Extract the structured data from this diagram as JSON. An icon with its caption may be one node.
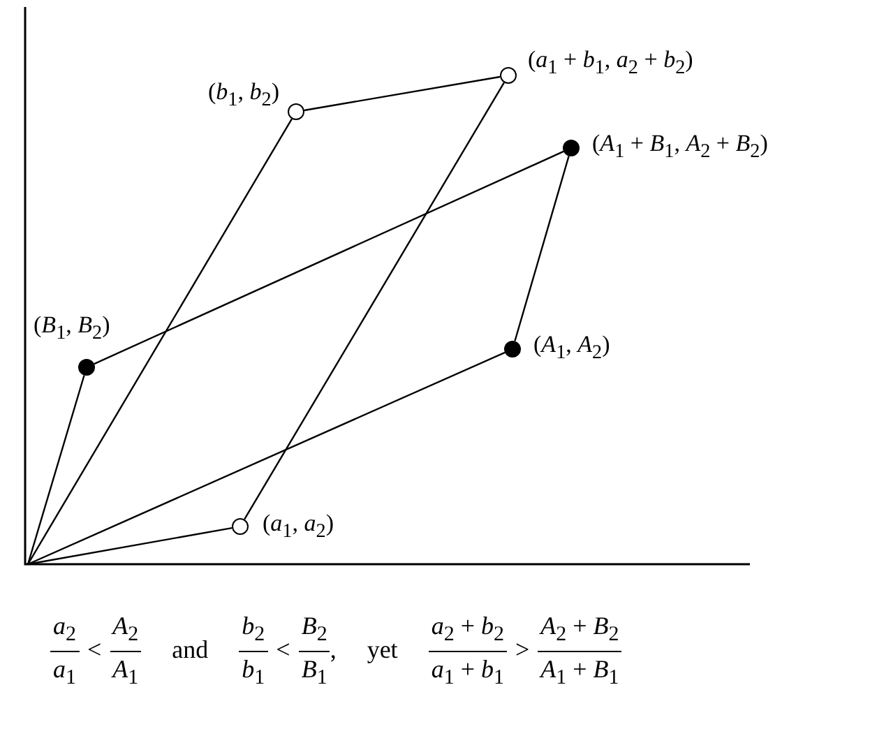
{
  "diagram": {
    "nodes": [
      {
        "text": [],
        "shape": "circle",
        "beside": [
          "(*a*$_{1}$, *a*$_{2}$)"
        ]
      },
      {
        "text": [],
        "shape": "circle",
        "beside": [
          "(*b*$_{1}$, *b*$_{2}$)"
        ]
      },
      {
        "text": [],
        "shape": "circle",
        "beside": [
          "(*a*$_{1}$ + *b*$_{1}$, *a*$_{2}$ + *b*$_{2}$)"
        ]
      },
      {
        "text": [],
        "shape": "dot",
        "beside": [
          "(*A*$_{1}$ + *B*$_{1}$, *A*$_{2}$ + *B*$_{2}$)"
        ]
      },
      {
        "text": [],
        "shape": "dot",
        "beside": [
          "(*A*$_{1}$, *A*$_{2}$)"
        ]
      },
      {
        "text": [],
        "shape": "dot",
        "beside": [
          "(*B*$_{1}$, *B*$_{2}$)"
        ]
      }
    ],
    "edges": [
      {
        "from": null,
        "to": 0,
        "arrow": "none"
      },
      {
        "from": null,
        "to": 1,
        "arrow": "none"
      },
      {
        "from": null,
        "to": 4,
        "arrow": "none"
      },
      {
        "from": null,
        "to": 5,
        "arrow": "none"
      },
      {
        "from": 0,
        "to": 2,
        "arrow": "none"
      },
      {
        "from": 1,
        "to": 2,
        "arrow": "none"
      },
      {
        "from": 5,
        "to": 3,
        "arrow": "none"
      },
      {
        "from": 4,
        "to": 3,
        "arrow": "none"
      }
    ],
    "labels": [
      "*a*$_{2}$",
      "*a*$_{1}$",
      "<",
      "*A*$_{2}$",
      "*A*$_{1}$",
      "and",
      "*b*$_{2}$",
      "*b*$_{1}$",
      "<",
      "*B*$_{2}$",
      "*B*$_{1}$",
      ",",
      "yet",
      "*a*$_{2}$ + *b*$_{2}$",
      "*a*$_{1}$ + *b*$_{1}$",
      ">",
      "*A*$_{2}$ + *B*$_{2}$",
      "*A*$_{1}$ + *B*$_{1}$"
    ]
  }
}
